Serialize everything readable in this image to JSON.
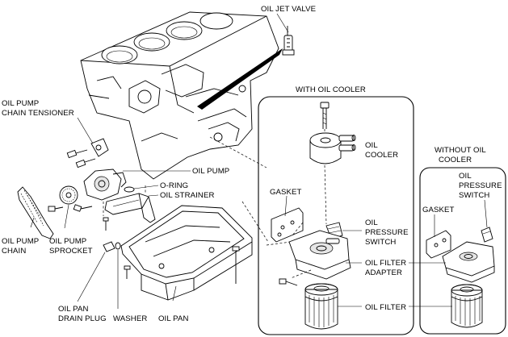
{
  "labels": {
    "oil_jet_valve": "OIL JET VALVE",
    "with_oil_cooler": "WITH OIL COOLER",
    "without_oil_cooler_1": "WITHOUT OIL",
    "without_oil_cooler_2": "COOLER",
    "oil_pump_chain_tensioner_1": "OIL PUMP",
    "oil_pump_chain_tensioner_2": "CHAIN TENSIONER",
    "oil_pump": "OIL PUMP",
    "o_ring": "O-RING",
    "oil_strainer": "OIL STRAINER",
    "oil_pump_chain_1": "OIL PUMP",
    "oil_pump_chain_2": "CHAIN",
    "oil_pump_sprocket_1": "OIL PUMP",
    "oil_pump_sprocket_2": "SPROCKET",
    "oil_pan_drain_plug_1": "OIL PAN",
    "oil_pan_drain_plug_2": "DRAIN PLUG",
    "washer": "WASHER",
    "oil_pan": "OIL PAN",
    "gasket_left": "GASKET",
    "oil_cooler_1": "OIL",
    "oil_cooler_2": "COOLER",
    "oil_pressure_switch_left_1": "OIL",
    "oil_pressure_switch_left_2": "PRESSURE",
    "oil_pressure_switch_left_3": "SWITCH",
    "oil_filter_adapter_1": "OIL FILTER",
    "oil_filter_adapter_2": "ADAPTER",
    "oil_filter": "OIL FILTER",
    "gasket_right": "GASKET",
    "oil_pressure_switch_right_1": "OIL",
    "oil_pressure_switch_right_2": "PRESSURE",
    "oil_pressure_switch_right_3": "SWITCH"
  }
}
